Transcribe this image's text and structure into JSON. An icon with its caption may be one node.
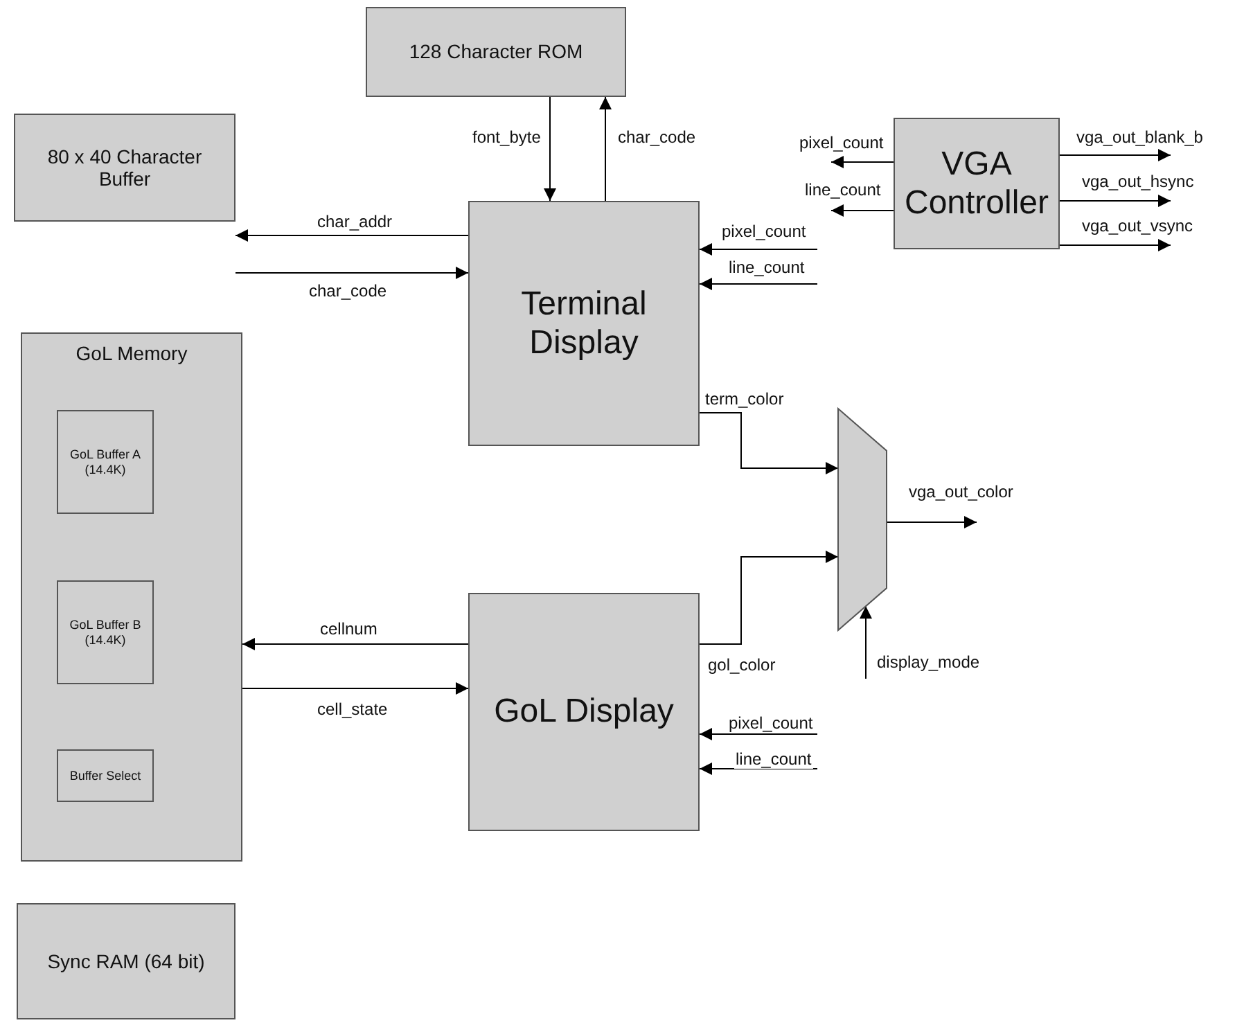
{
  "diagram": {
    "nodes": [
      {
        "text": [
          "128 Character ROM"
        ]
      },
      {
        "text": [
          "80 x 40 Character Buffer"
        ]
      },
      {
        "text": [
          "Terminal Display"
        ]
      },
      {
        "text": [
          "VGA Controller"
        ]
      },
      {
        "text": [
          "GoL Memory"
        ]
      },
      {
        "text": [
          "GoL Buffer A (14.4K)"
        ],
        "in": 4
      },
      {
        "text": [
          "GoL Buffer B (14.4K)"
        ],
        "in": 4
      },
      {
        "text": [
          "Buffer Select"
        ],
        "in": 4
      },
      {
        "text": [],
        "shape": "trapezoid"
      },
      {
        "text": [
          "GoL Display"
        ]
      },
      {
        "text": [
          "Sync RAM (64 bit)"
        ]
      }
    ],
    "edges": [
      {
        "from": 0,
        "to": 2,
        "label": "font_byte",
        "arrow": "to"
      },
      {
        "from": 2,
        "to": 0,
        "label": "char_code",
        "arrow": "to"
      },
      {
        "from": 2,
        "to": 1,
        "label": "char_addr",
        "arrow": "to"
      },
      {
        "from": 1,
        "to": 2,
        "label": "char_code",
        "arrow": "to"
      },
      {
        "from": null,
        "to": 2,
        "label": "pixel_count",
        "arrow": "to"
      },
      {
        "from": null,
        "to": 2,
        "label": "line_count",
        "arrow": "to"
      },
      {
        "from": 3,
        "to": null,
        "label": "pixel_count",
        "arrow": "to"
      },
      {
        "from": 3,
        "to": null,
        "label": "line_count",
        "arrow": "to"
      },
      {
        "from": 3,
        "to": null,
        "label": "vga_out_blank_b",
        "arrow": "to"
      },
      {
        "from": 3,
        "to": null,
        "label": "vga_out_hsync",
        "arrow": "to"
      },
      {
        "from": 3,
        "to": null,
        "label": "vga_out_vsync",
        "arrow": "to"
      },
      {
        "from": 2,
        "to": 8,
        "label": "term_color",
        "arrow": "to"
      },
      {
        "from": 9,
        "to": 8,
        "label": "gol_color",
        "arrow": "to"
      },
      {
        "from": 8,
        "to": null,
        "label": "vga_out_color",
        "arrow": "to"
      },
      {
        "from": null,
        "to": 8,
        "label": "display_mode",
        "arrow": "to"
      },
      {
        "from": 9,
        "to": 4,
        "label": "cellnum",
        "arrow": "to"
      },
      {
        "from": 4,
        "to": 9,
        "label": "cell_state",
        "arrow": "to"
      },
      {
        "from": null,
        "to": 9,
        "label": "pixel_count",
        "arrow": "to"
      },
      {
        "from": null,
        "to": 9,
        "label": "line_count",
        "arrow": "to"
      }
    ]
  }
}
